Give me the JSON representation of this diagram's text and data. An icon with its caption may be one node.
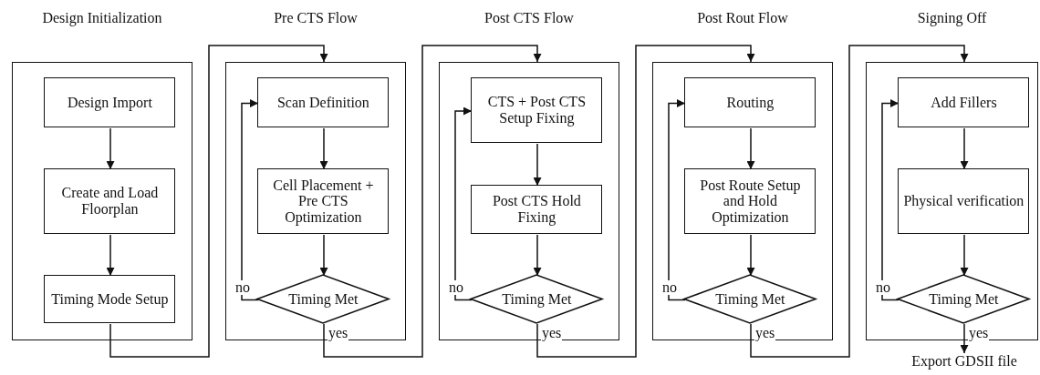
{
  "diagram": {
    "nodes": [
      {
        "text": [
          "Design Initialization"
        ]
      },
      {
        "text": [
          "Design Import"
        ],
        "in": 0
      },
      {
        "text": [
          "Create and Load Floorplan"
        ],
        "in": 0
      },
      {
        "text": [
          "Timing Mode Setup"
        ],
        "in": 0
      },
      {
        "text": [
          "Pre CTS Flow"
        ]
      },
      {
        "text": [
          "Scan Definition"
        ],
        "in": 4
      },
      {
        "text": [
          "Cell Placement + Pre CTS Optimization"
        ],
        "in": 4
      },
      {
        "text": [
          "Timing Met"
        ],
        "in": 4
      },
      {
        "text": [
          "Post CTS Flow"
        ]
      },
      {
        "text": [
          "CTS + Post CTS Setup Fixing"
        ],
        "in": 8
      },
      {
        "text": [
          "Post CTS Hold Fixing"
        ],
        "in": 8
      },
      {
        "text": [
          "Timing Met"
        ],
        "in": 8
      },
      {
        "text": [
          "Post Rout Flow"
        ]
      },
      {
        "text": [
          "Routing"
        ],
        "in": 12
      },
      {
        "text": [
          "Post Route Setup and Hold Optimization"
        ],
        "in": 12
      },
      {
        "text": [
          "Timing Met"
        ],
        "in": 12
      },
      {
        "text": [
          "Signing Off"
        ]
      },
      {
        "text": [
          "Add Fillers"
        ],
        "in": 16
      },
      {
        "text": [
          "Physical verification"
        ],
        "in": 16
      },
      {
        "text": [
          "Timing Met"
        ],
        "in": 16
      },
      {
        "text": [
          "Export GDSII file"
        ]
      }
    ],
    "edges": [
      {
        "from": 1,
        "to": 2,
        "arrow": "to"
      },
      {
        "from": 2,
        "to": 3,
        "arrow": "to"
      },
      {
        "from": 3,
        "to": 4,
        "arrow": "to"
      },
      {
        "from": 5,
        "to": 6,
        "arrow": "to"
      },
      {
        "from": 6,
        "to": 7,
        "arrow": "to"
      },
      {
        "from": 7,
        "to": 5,
        "arrow": "to",
        "label": "no"
      },
      {
        "from": 7,
        "to": 8,
        "arrow": "to",
        "label": "yes"
      },
      {
        "from": 9,
        "to": 10,
        "arrow": "to"
      },
      {
        "from": 10,
        "to": 11,
        "arrow": "to"
      },
      {
        "from": 11,
        "to": 9,
        "arrow": "to",
        "label": "no"
      },
      {
        "from": 11,
        "to": 12,
        "arrow": "to",
        "label": "yes"
      },
      {
        "from": 13,
        "to": 14,
        "arrow": "to"
      },
      {
        "from": 14,
        "to": 15,
        "arrow": "to"
      },
      {
        "from": 15,
        "to": 13,
        "arrow": "to",
        "label": "no"
      },
      {
        "from": 15,
        "to": 16,
        "arrow": "to",
        "label": "yes"
      },
      {
        "from": 17,
        "to": 18,
        "arrow": "to"
      },
      {
        "from": 18,
        "to": 19,
        "arrow": "to"
      },
      {
        "from": 19,
        "to": 17,
        "arrow": "to",
        "label": "no"
      },
      {
        "from": 19,
        "to": 20,
        "arrow": "to",
        "label": "yes"
      }
    ]
  }
}
